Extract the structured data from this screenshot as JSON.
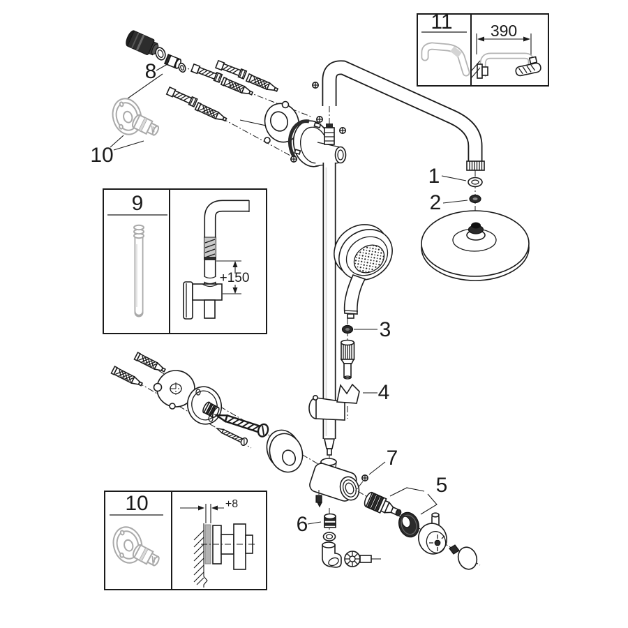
{
  "diagram": {
    "kind": "shower-system-exploded-parts-diagram",
    "background": "#ffffff",
    "line_color": "#1a1a1a",
    "gray_part_color": "#a9a9a9",
    "dark_part_color": "#2b2b2b",
    "callouts": {
      "c1": "1",
      "c2": "2",
      "c3": "3",
      "c4": "4",
      "c5": "5",
      "c6": "6",
      "c7": "7",
      "c8": "8",
      "c10top": "10"
    },
    "insets": {
      "box9": {
        "label": "9",
        "dimension": "+150"
      },
      "box10": {
        "label": "10",
        "dimension": "+8"
      },
      "box11": {
        "label": "11",
        "dimension": "390"
      }
    }
  }
}
